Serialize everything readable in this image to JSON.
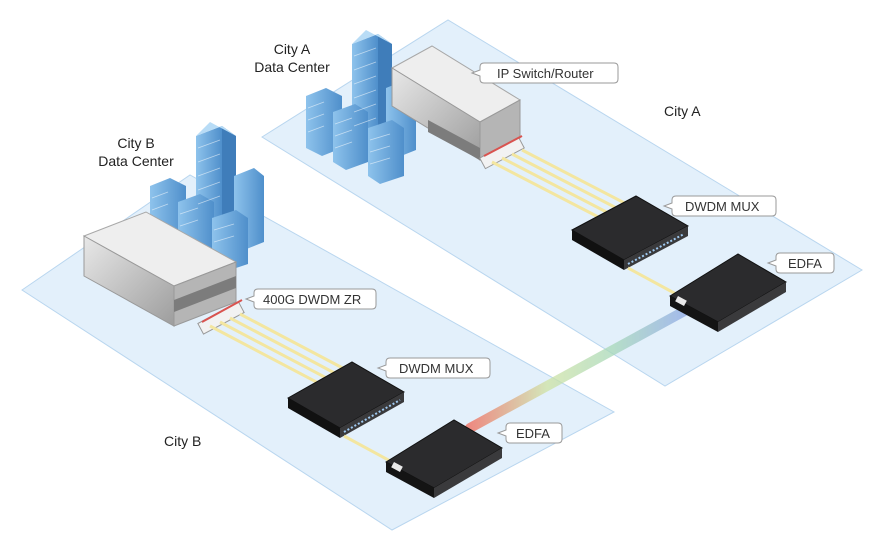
{
  "diagram": {
    "regions": {
      "city_a": "City A",
      "city_b": "City B"
    },
    "data_centers": {
      "city_a": [
        "City A",
        "Data Center"
      ],
      "city_b": [
        "City B",
        "Data Center"
      ]
    },
    "callouts": {
      "ip_switch_router": "IP Switch/Router",
      "dwdm_mux_a": "DWDM MUX",
      "edfa_a": "EDFA",
      "dwdm_zr": "400G DWDM ZR",
      "dwdm_mux_b": "DWDM MUX",
      "edfa_b": "EDFA"
    },
    "colors": {
      "plane_fill": "#e3f0fb",
      "plane_stroke": "#b9d6ef",
      "fiber_yellow": "#f3e6a0",
      "building_blue": "#6fa9dc",
      "device_black": "#1d1d1f",
      "chassis_gray": "#c9c9c9"
    }
  }
}
